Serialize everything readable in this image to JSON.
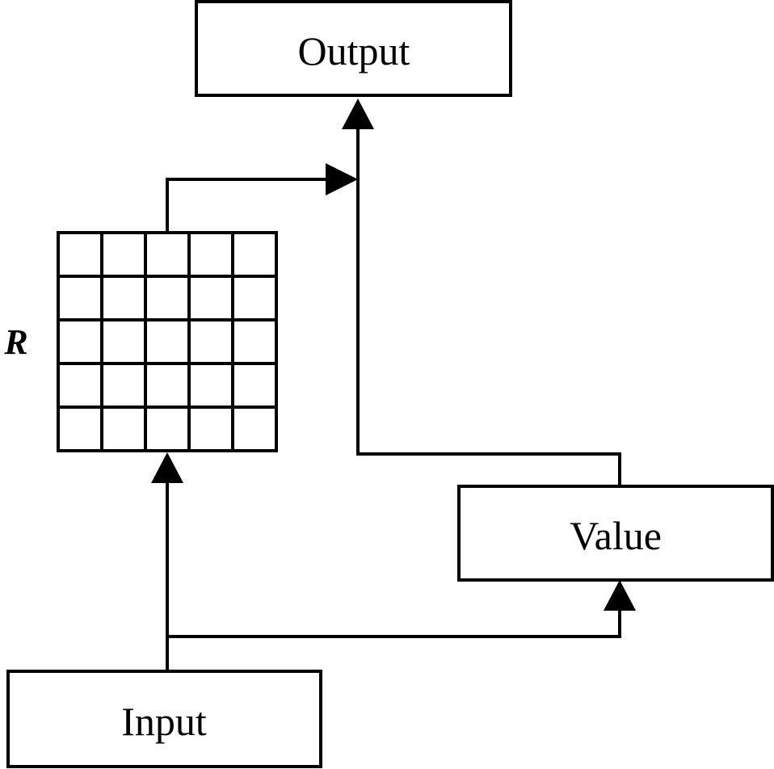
{
  "nodes": {
    "output": {
      "label": "Output"
    },
    "value": {
      "label": "Value"
    },
    "input": {
      "label": "Input"
    }
  },
  "matrix": {
    "label": "R",
    "rows": 5,
    "cols": 5
  },
  "colors": {
    "stroke": "#000000",
    "background": "#ffffff"
  }
}
